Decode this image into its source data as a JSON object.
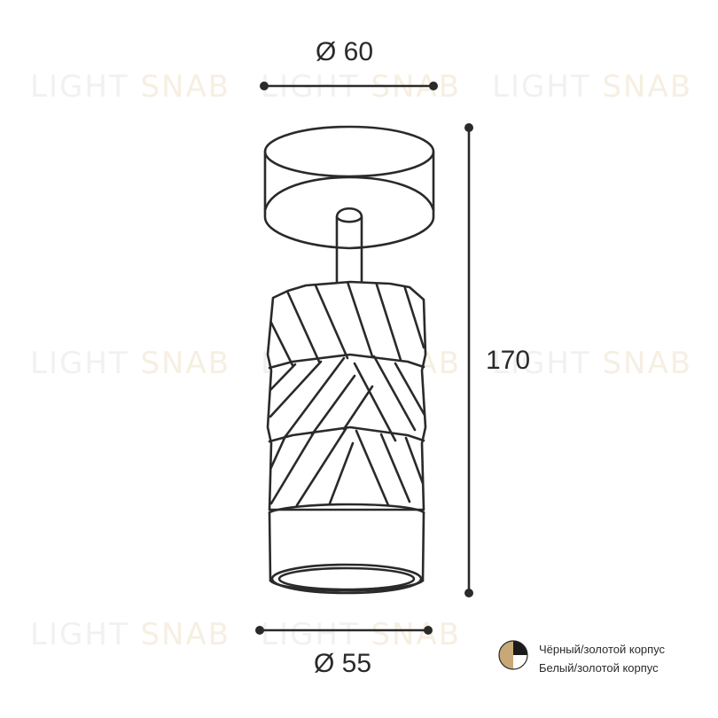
{
  "watermark": {
    "light": "LIGHT",
    "snab": "SNAB"
  },
  "dimensions": {
    "top_diameter": "Ø 60",
    "height": "170",
    "bottom_diameter": "Ø 55"
  },
  "legend": [
    {
      "label": "Чёрный/золотой корпус",
      "colors": [
        "#1a1a1a",
        "#c9a878"
      ]
    },
    {
      "label": "Белый/золотой корпус",
      "colors": [
        "#ffffff",
        "#c9a878"
      ]
    }
  ],
  "colors": {
    "line": "#2a2a2a",
    "gold": "#c9a878",
    "watermark": "#f1f1f1"
  }
}
